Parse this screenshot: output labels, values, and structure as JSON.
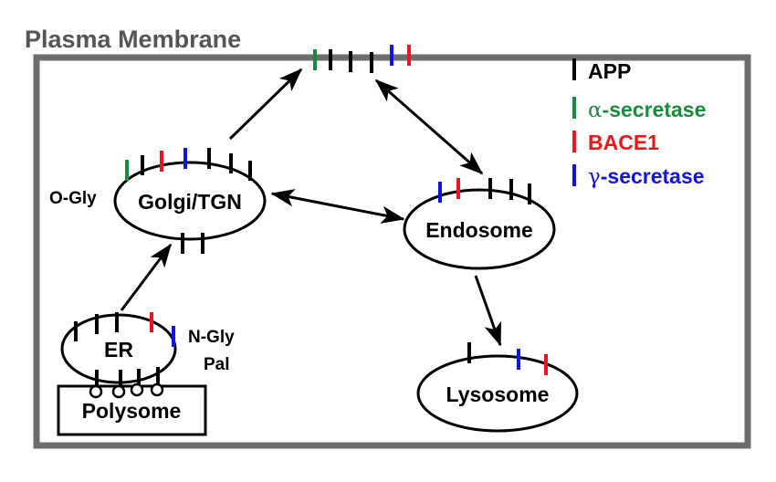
{
  "title": "Plasma Membrane",
  "colors": {
    "frame": "#6e6e6e",
    "title": "#555555",
    "app": "#000000",
    "alpha": "#1a8a3c",
    "bace": "#e8171c",
    "gamma": "#1212e0"
  },
  "legend": [
    {
      "key": "app",
      "glyph": "",
      "text": "APP"
    },
    {
      "key": "alpha",
      "glyph": "α",
      "text": "-secretase"
    },
    {
      "key": "bace",
      "glyph": "",
      "text": "BACE1"
    },
    {
      "key": "gamma",
      "glyph": "γ",
      "text": "-secretase"
    }
  ],
  "compartments": {
    "golgi": "Golgi/TGN",
    "endosome": "Endosome",
    "er": "ER",
    "lysosome": "Lysosome",
    "polysome": "Polysome"
  },
  "annotations": {
    "o_gly": "O-Gly",
    "n_gly": "N-Gly",
    "pal": "Pal"
  }
}
